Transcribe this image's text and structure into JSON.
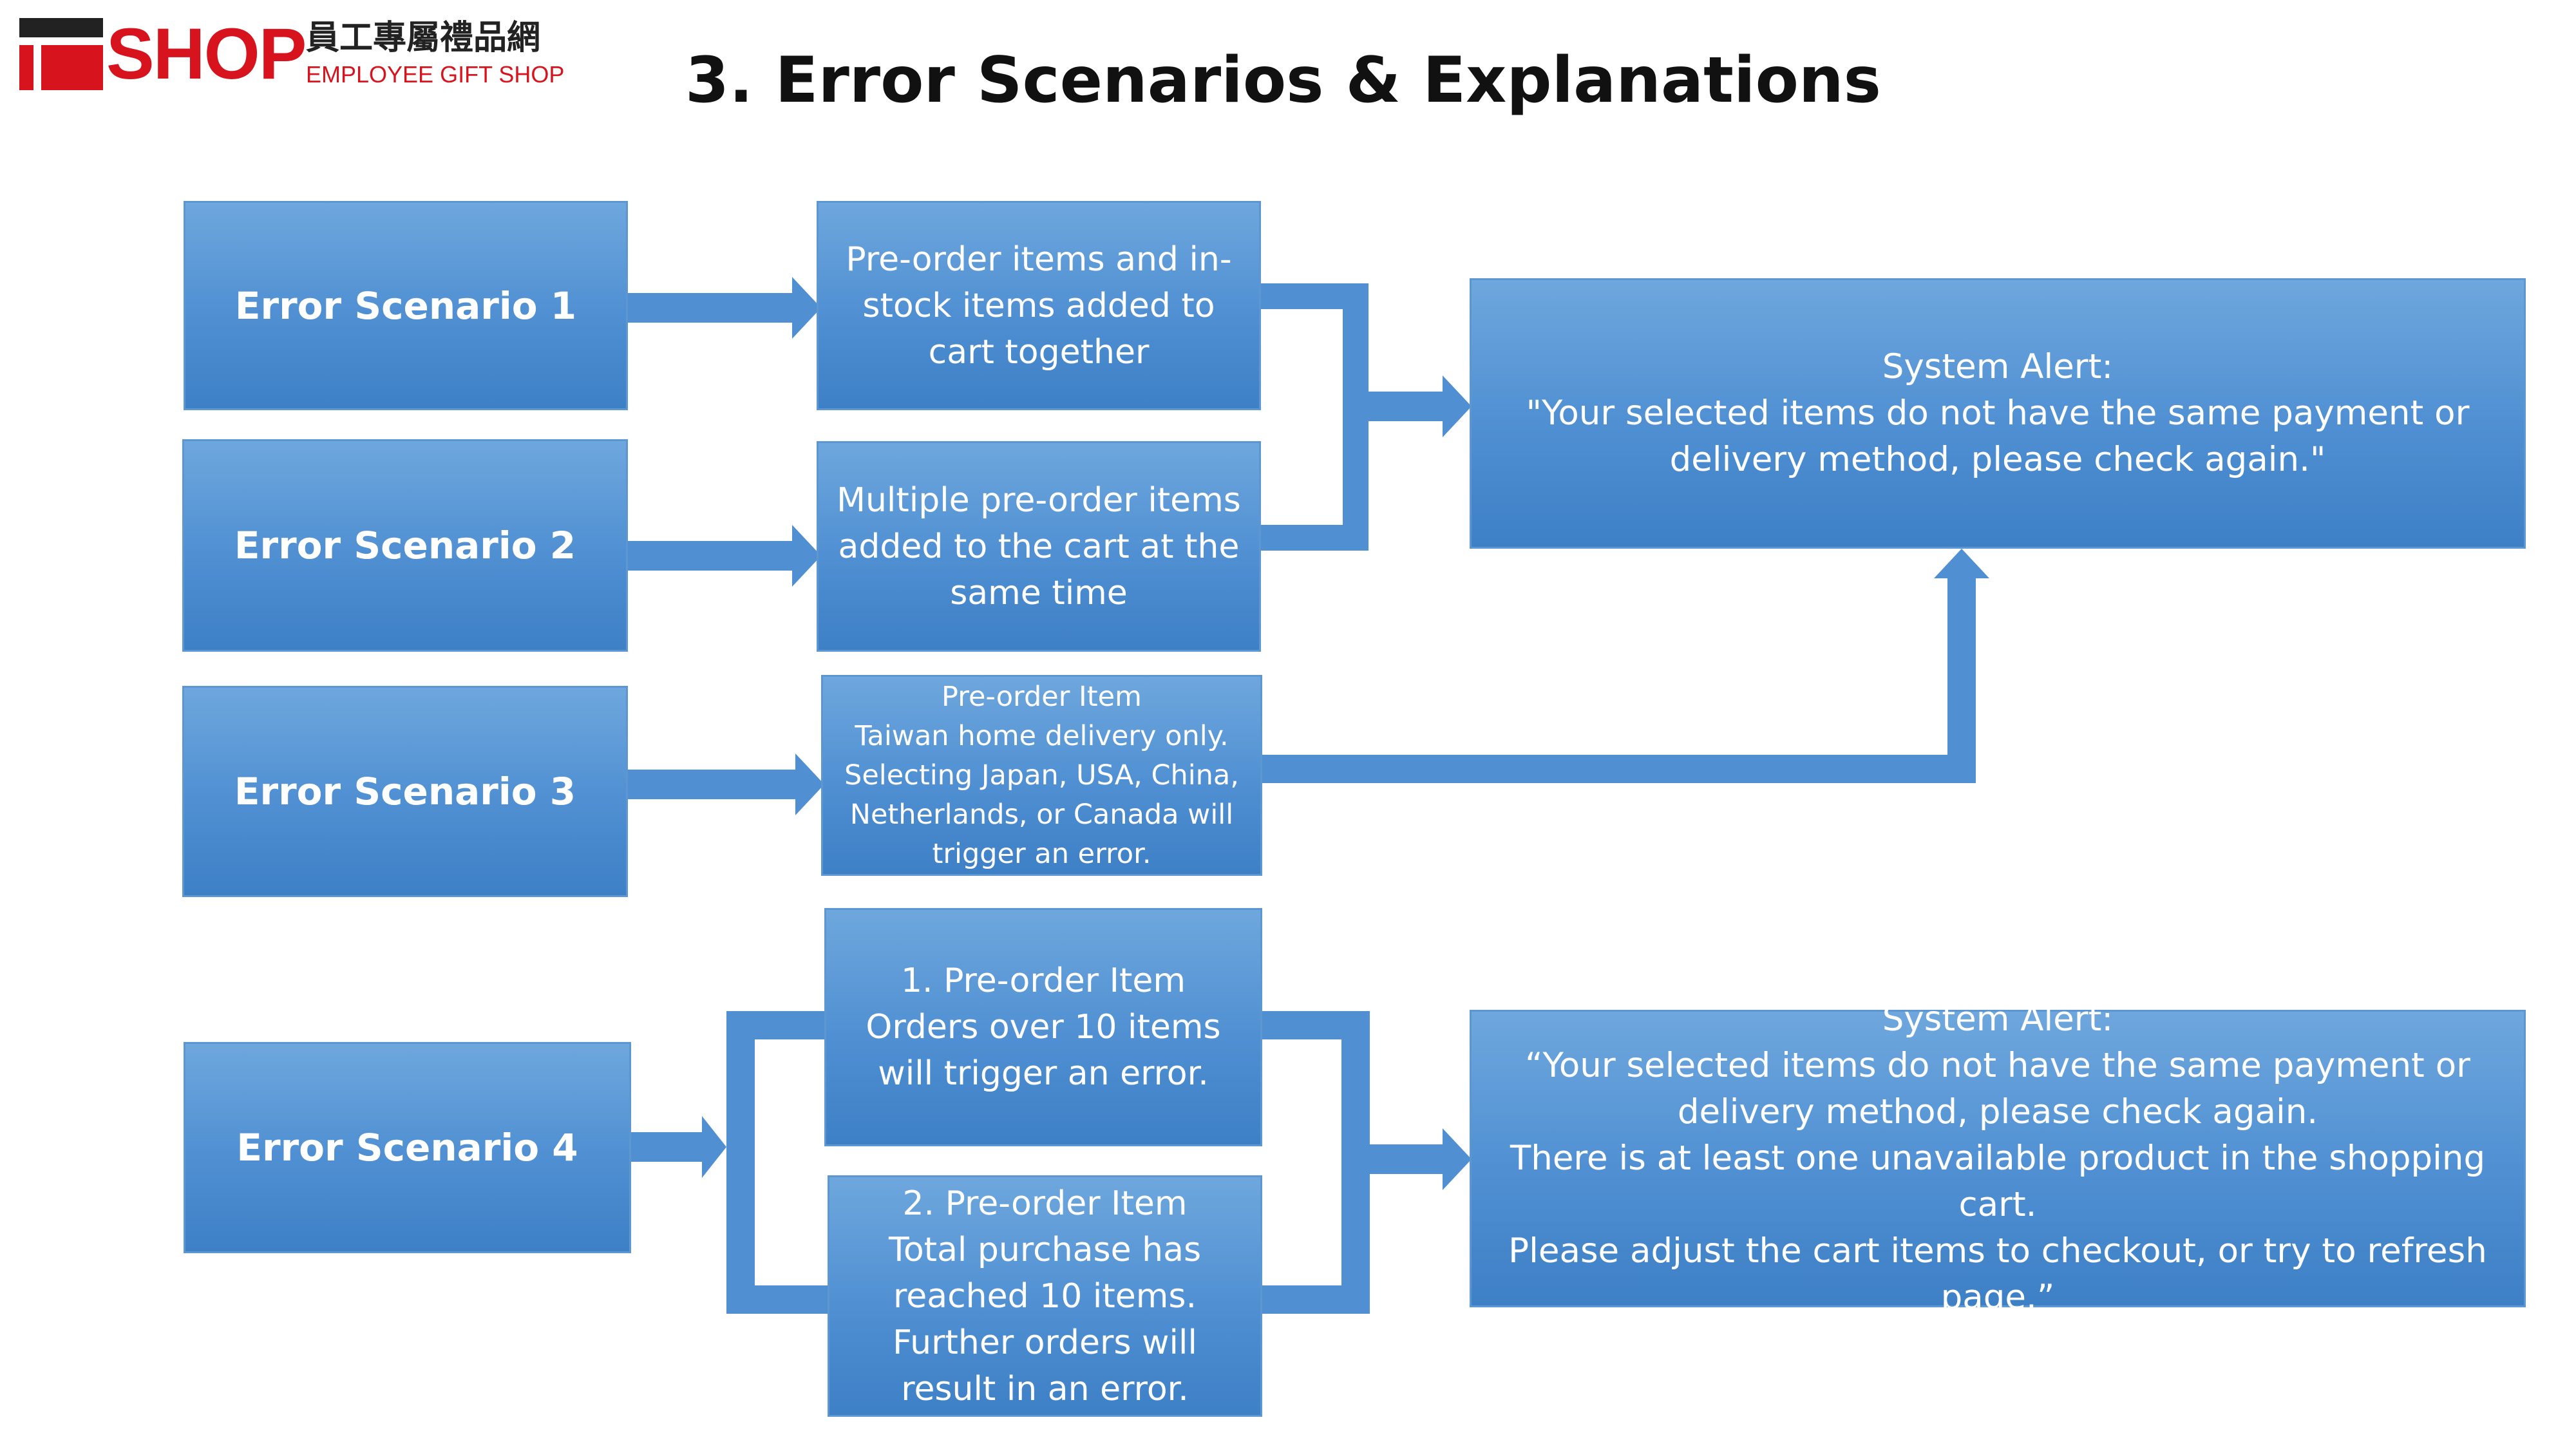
{
  "logo": {
    "i_letter": "I",
    "shop": "SHOP",
    "chinese": "員工專屬禮品網",
    "english": "EMPLOYEE GIFT SHOP"
  },
  "title": "3. Error Scenarios & Explanations",
  "scenarios": [
    {
      "label": "Error Scenario 1"
    },
    {
      "label": "Error Scenario 2"
    },
    {
      "label": "Error Scenario 3"
    },
    {
      "label": "Error Scenario 4"
    }
  ],
  "details": {
    "s1": "Pre-order items and in-stock items added to cart together",
    "s2": "Multiple pre-order items added to the cart at the same time",
    "s3": "Pre-order Item\nTaiwan home delivery only.\nSelecting Japan, USA, China,\nNetherlands, or Canada will\ntrigger an error.",
    "s4a": "1. Pre-order Item\nOrders over 10 items will trigger an error.",
    "s4b": "2. Pre-order Item\nTotal purchase has reached 10 items.\nFurther orders will result in an error."
  },
  "alerts": {
    "a1": "System Alert:\n\"Your selected items do not have the same payment or delivery method, please check again.\"",
    "a2": "System Alert:\n“Your selected items do not have the same payment or delivery method, please check again.\nThere is at least one unavailable product in the shopping cart.\nPlease adjust the cart items to checkout, or try to refresh page.”"
  },
  "colors": {
    "box_top": "#6ea7dd",
    "box_bottom": "#3e80c6",
    "connector": "#4f8fd2",
    "logo_red": "#d7141d"
  }
}
